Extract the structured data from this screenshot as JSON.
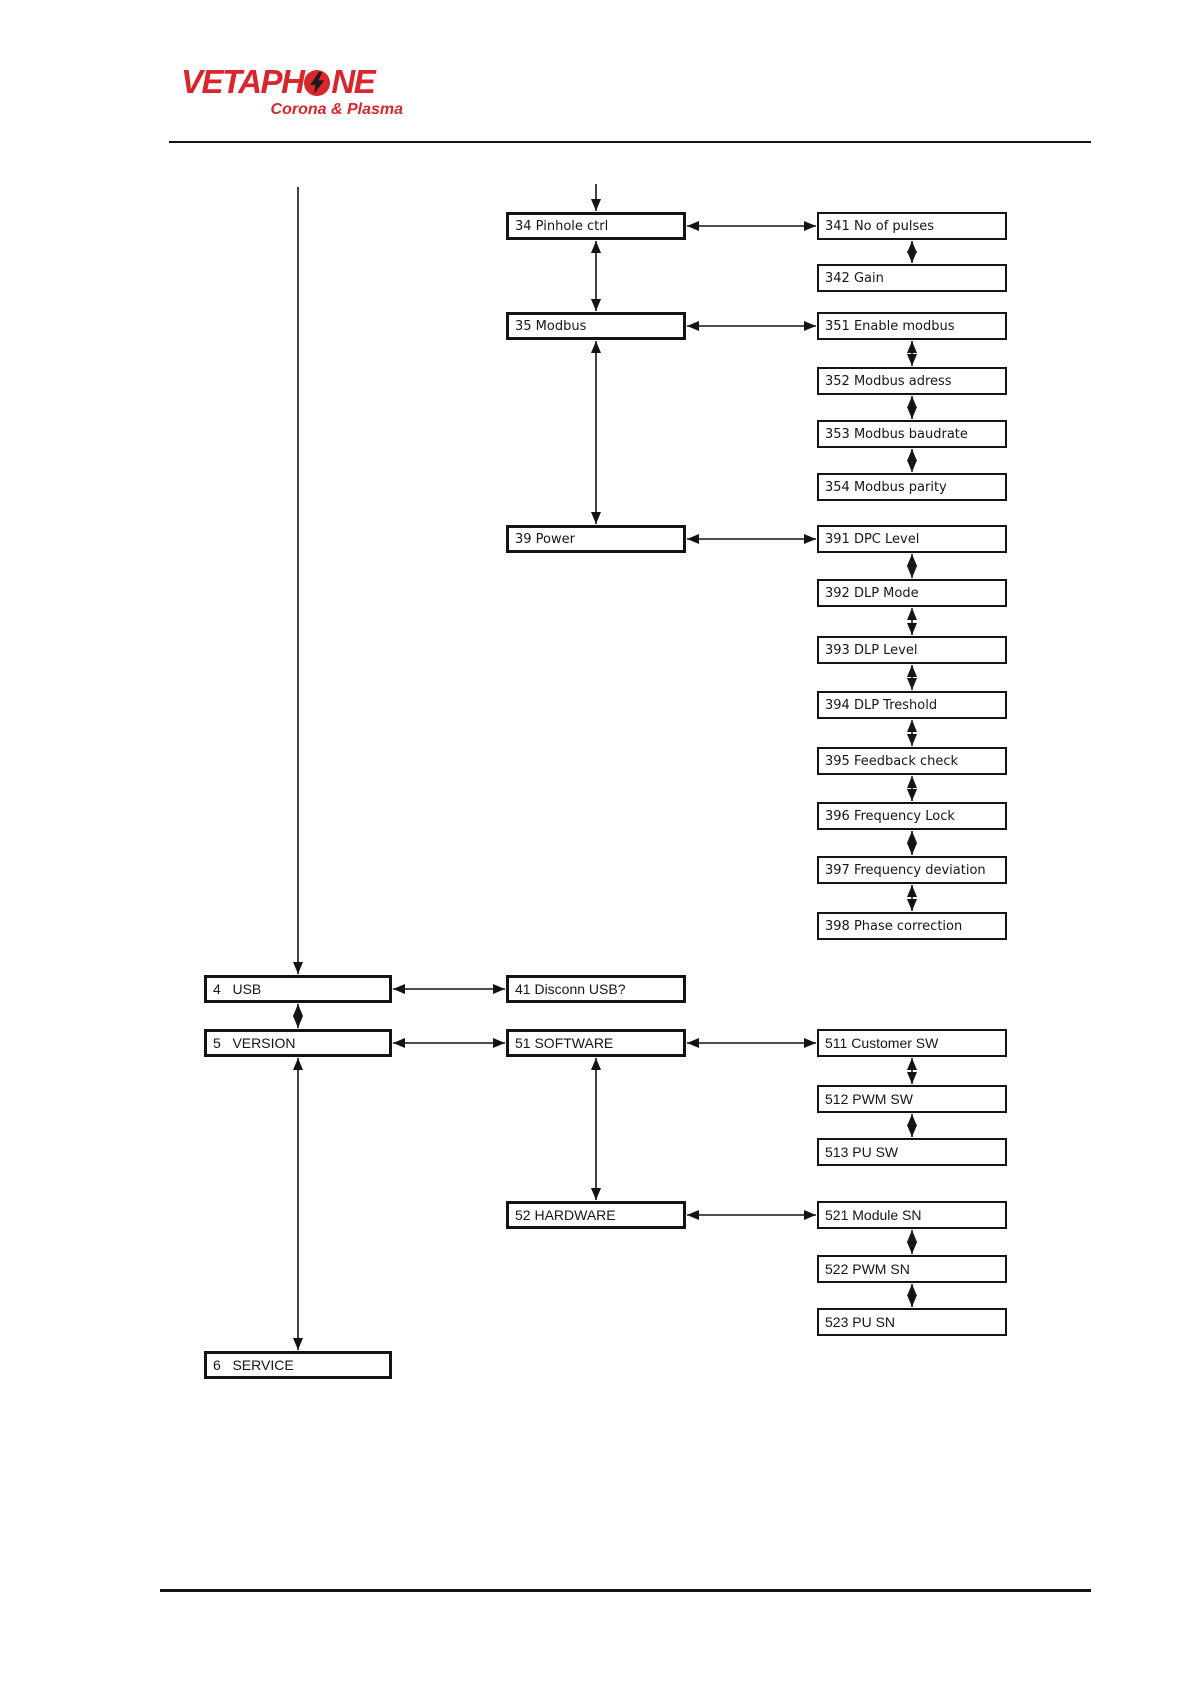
{
  "header": {
    "logo": {
      "text_before_o": "VETAPH",
      "text_after_o": "NE",
      "subtitle": "Corona & Plasma",
      "brand_color": "#d9262d",
      "icon": "lightning-bolt"
    }
  },
  "diagram": {
    "boxes": [
      {
        "id": "34",
        "label": "34 Pinhole ctrl"
      },
      {
        "id": "341",
        "label": "341 No of pulses"
      },
      {
        "id": "342",
        "label": "342 Gain"
      },
      {
        "id": "35",
        "label": "35 Modbus"
      },
      {
        "id": "351",
        "label": "351 Enable modbus"
      },
      {
        "id": "352",
        "label": "352 Modbus adress"
      },
      {
        "id": "353",
        "label": "353 Modbus baudrate"
      },
      {
        "id": "354",
        "label": "354 Modbus parity"
      },
      {
        "id": "39",
        "label": "39 Power"
      },
      {
        "id": "391",
        "label": "391 DPC Level"
      },
      {
        "id": "392",
        "label": "392 DLP Mode"
      },
      {
        "id": "393",
        "label": "393 DLP Level"
      },
      {
        "id": "394",
        "label": "394 DLP Treshold"
      },
      {
        "id": "395",
        "label": "395 Feedback check"
      },
      {
        "id": "396",
        "label": "396 Frequency Lock"
      },
      {
        "id": "397",
        "label": "397 Frequency deviation"
      },
      {
        "id": "398",
        "label": "398 Phase correction"
      },
      {
        "id": "4",
        "label": "4   USB"
      },
      {
        "id": "41",
        "label": "41 Disconn USB?"
      },
      {
        "id": "5",
        "label": "5   VERSION"
      },
      {
        "id": "51",
        "label": "51 SOFTWARE"
      },
      {
        "id": "511",
        "label": "511 Customer SW"
      },
      {
        "id": "512",
        "label": "512 PWM SW"
      },
      {
        "id": "513",
        "label": "513 PU SW"
      },
      {
        "id": "52",
        "label": "52 HARDWARE"
      },
      {
        "id": "521",
        "label": "521 Module SN"
      },
      {
        "id": "522",
        "label": "522 PWM SN"
      },
      {
        "id": "523",
        "label": "523 PU SN"
      },
      {
        "id": "6",
        "label": "6   SERVICE"
      }
    ],
    "links": [
      {
        "from": "34",
        "to": "341",
        "dir": "h"
      },
      {
        "from": "341",
        "to": "342",
        "dir": "v"
      },
      {
        "from": "34",
        "to": "35",
        "dir": "v"
      },
      {
        "from": "35",
        "to": "351",
        "dir": "h"
      },
      {
        "from": "351",
        "to": "352",
        "dir": "v"
      },
      {
        "from": "352",
        "to": "353",
        "dir": "v"
      },
      {
        "from": "353",
        "to": "354",
        "dir": "v"
      },
      {
        "from": "35",
        "to": "39",
        "dir": "v"
      },
      {
        "from": "39",
        "to": "391",
        "dir": "h"
      },
      {
        "from": "391",
        "to": "392",
        "dir": "v"
      },
      {
        "from": "392",
        "to": "393",
        "dir": "v"
      },
      {
        "from": "393",
        "to": "394",
        "dir": "v"
      },
      {
        "from": "394",
        "to": "395",
        "dir": "v"
      },
      {
        "from": "395",
        "to": "396",
        "dir": "v"
      },
      {
        "from": "396",
        "to": "397",
        "dir": "v"
      },
      {
        "from": "397",
        "to": "398",
        "dir": "v"
      },
      {
        "from": "4",
        "to": "41",
        "dir": "h"
      },
      {
        "from": "4",
        "to": "5",
        "dir": "v"
      },
      {
        "from": "5",
        "to": "51",
        "dir": "h"
      },
      {
        "from": "51",
        "to": "511",
        "dir": "h"
      },
      {
        "from": "511",
        "to": "512",
        "dir": "v"
      },
      {
        "from": "512",
        "to": "513",
        "dir": "v"
      },
      {
        "from": "51",
        "to": "52",
        "dir": "v"
      },
      {
        "from": "52",
        "to": "521",
        "dir": "h"
      },
      {
        "from": "521",
        "to": "522",
        "dir": "v"
      },
      {
        "from": "522",
        "to": "523",
        "dir": "v"
      },
      {
        "from": "5",
        "to": "6",
        "dir": "v"
      }
    ],
    "entry_points": [
      "34",
      "4"
    ]
  }
}
